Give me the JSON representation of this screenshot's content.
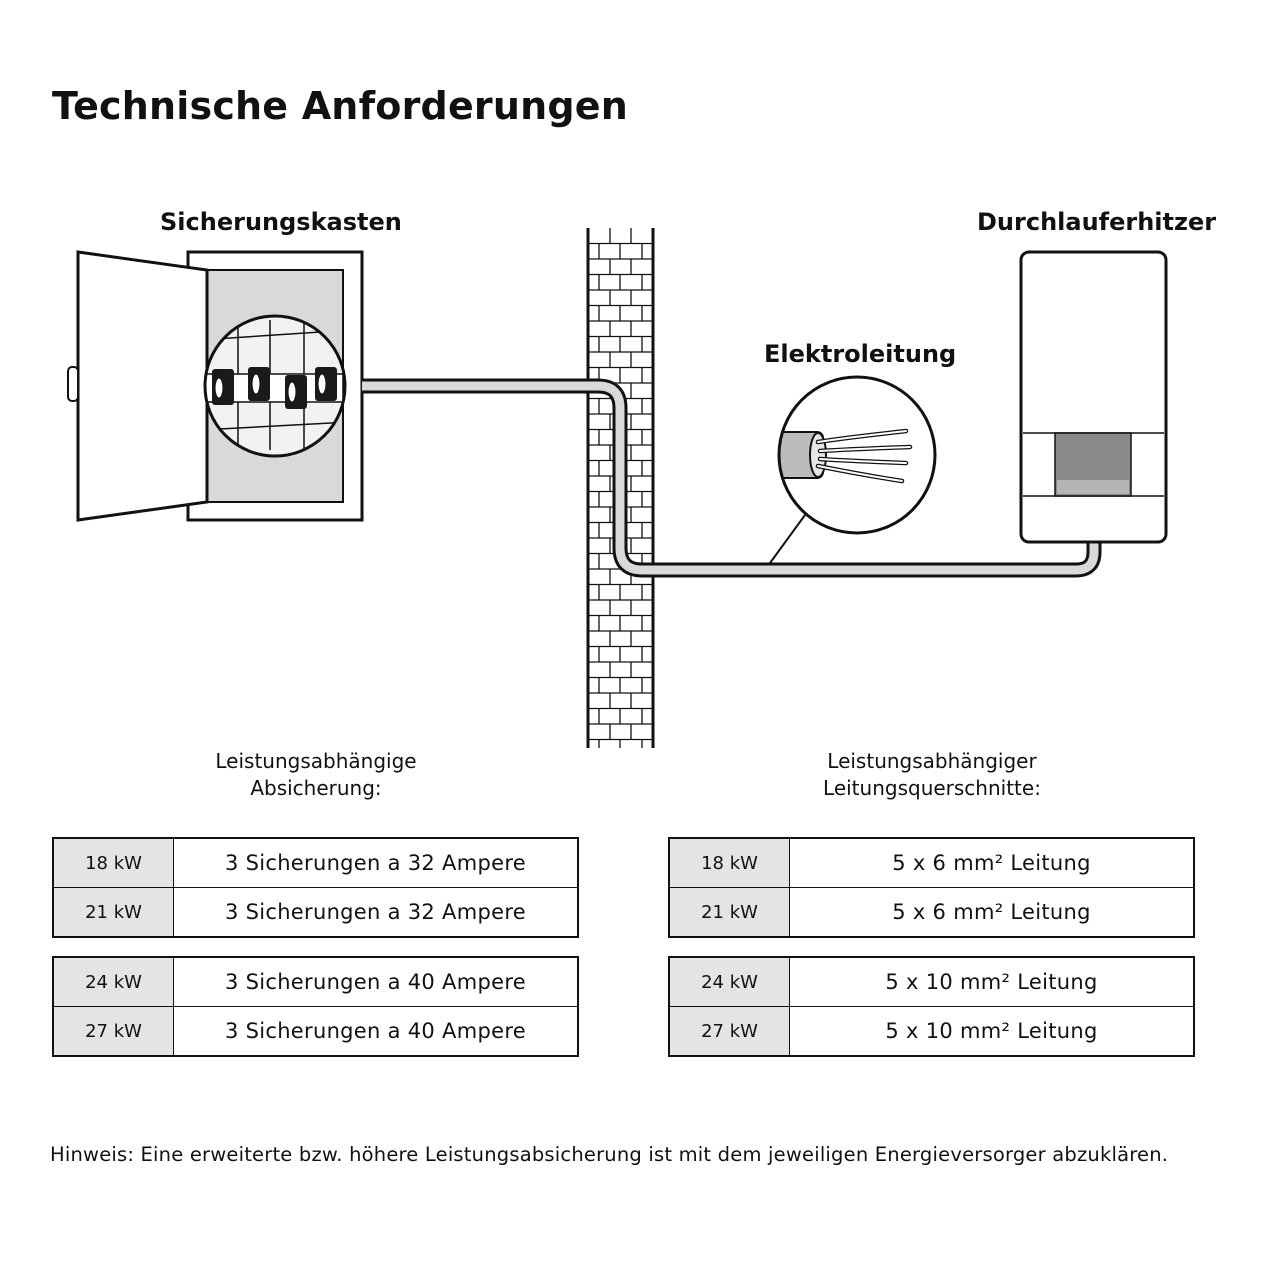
{
  "title": "Technische Anforderungen",
  "diagram": {
    "fuse_box_label": "Sicherungskasten",
    "heater_label": "Durchlauferhitzer",
    "cable_label": "Elektroleitung"
  },
  "fuse_table": {
    "caption_line1": "Leistungsabhängige",
    "caption_line2": "Absicherung:",
    "groups": [
      {
        "rows": [
          {
            "power": "18 kW",
            "value": "3 Sicherungen a 32 Ampere"
          },
          {
            "power": "21 kW",
            "value": "3 Sicherungen a 32 Ampere"
          }
        ]
      },
      {
        "rows": [
          {
            "power": "24 kW",
            "value": "3 Sicherungen a 40 Ampere"
          },
          {
            "power": "27 kW",
            "value": "3 Sicherungen a 40 Ampere"
          }
        ]
      }
    ]
  },
  "cable_table": {
    "caption_line1": "Leistungsabhängiger",
    "caption_line2": "Leitungsquerschnitte:",
    "groups": [
      {
        "rows": [
          {
            "power": "18 kW",
            "value": "5 x 6 mm² Leitung"
          },
          {
            "power": "21 kW",
            "value": "5 x 6 mm² Leitung"
          }
        ]
      },
      {
        "rows": [
          {
            "power": "24 kW",
            "value": "5 x 10 mm² Leitung"
          },
          {
            "power": "27 kW",
            "value": "5 x 10 mm² Leitung"
          }
        ]
      }
    ]
  },
  "footnote": "Hinweis: Eine erweiterte bzw. höhere Leistungsabsicherung ist mit dem jeweiligen Energieversorger abzuklären.",
  "colors": {
    "line": "#111111",
    "panel_gray": "#d9d9d9",
    "table_shade": "#e4e4e4",
    "display_gray": "#8a8a8a"
  }
}
